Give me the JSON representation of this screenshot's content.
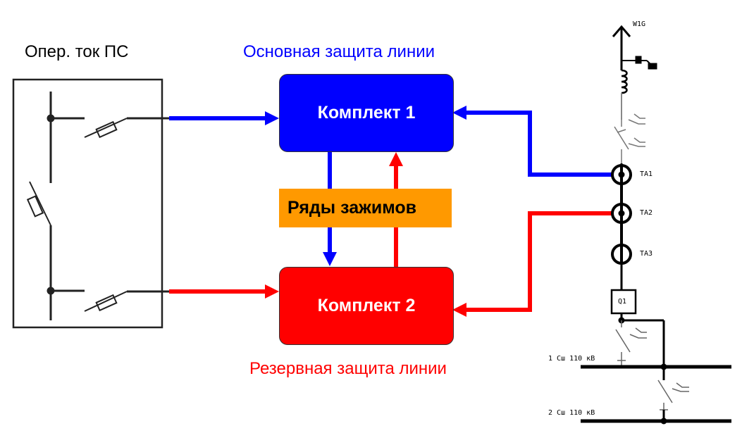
{
  "labels": {
    "main_protection": "Основная защита линии",
    "backup_protection": "Резервная защита линии",
    "op_current": "Опер. ток ПС",
    "set1": "Комплект 1",
    "set2": "Комплект 2",
    "terminal_blocks": "Ряды зажимов",
    "line": "W1G",
    "ta1": "TA1",
    "ta2": "TA2",
    "ta3": "TA3",
    "breaker": "Q1",
    "bus1": "1 Сш 110 кВ",
    "bus2": "2 Сш 110 кВ"
  },
  "colors": {
    "main": "#0000ff",
    "backup": "#ff0000",
    "terminals": "#ff9900",
    "line": "#000000"
  }
}
